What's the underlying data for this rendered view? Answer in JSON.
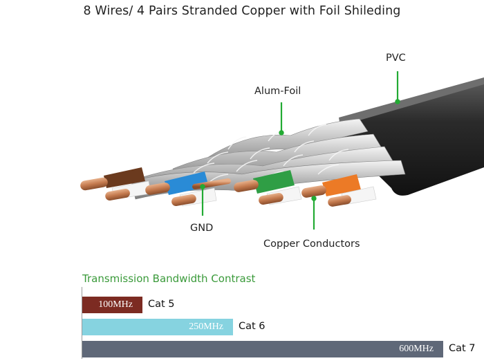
{
  "title": "8 Wires/ 4 Pairs Stranded Copper with Foil Shileding",
  "callouts": {
    "pvc": "PVC",
    "foil": "Alum-Foil",
    "gnd": "GND",
    "conductors": "Copper Conductors"
  },
  "colors": {
    "callout_line": "#22aa33",
    "jacket": "#2b2b2b",
    "copper": "#c9845a",
    "foil": "#b9b9b9"
  },
  "wire_pairs": [
    {
      "color": "#6b3a1e",
      "stripe": "#ffffff"
    },
    {
      "color": "#2a8bd6",
      "stripe": "#ffffff"
    },
    {
      "color": "#2f9e45",
      "stripe": "#ffffff"
    },
    {
      "color": "#ec7a26",
      "stripe": "#ffffff"
    }
  ],
  "chart_data": {
    "type": "bar",
    "title": "Transmission Bandwidth Contrast",
    "orientation": "horizontal",
    "categories": [
      "Cat 5",
      "Cat 6",
      "Cat 7"
    ],
    "values": [
      100,
      250,
      600
    ],
    "value_labels": [
      "100MHz",
      "250MHz",
      "600MHz"
    ],
    "colors": [
      "#7c2b22",
      "#86d3e0",
      "#5f6878"
    ],
    "xlim": [
      0,
      600
    ],
    "grid": false
  }
}
